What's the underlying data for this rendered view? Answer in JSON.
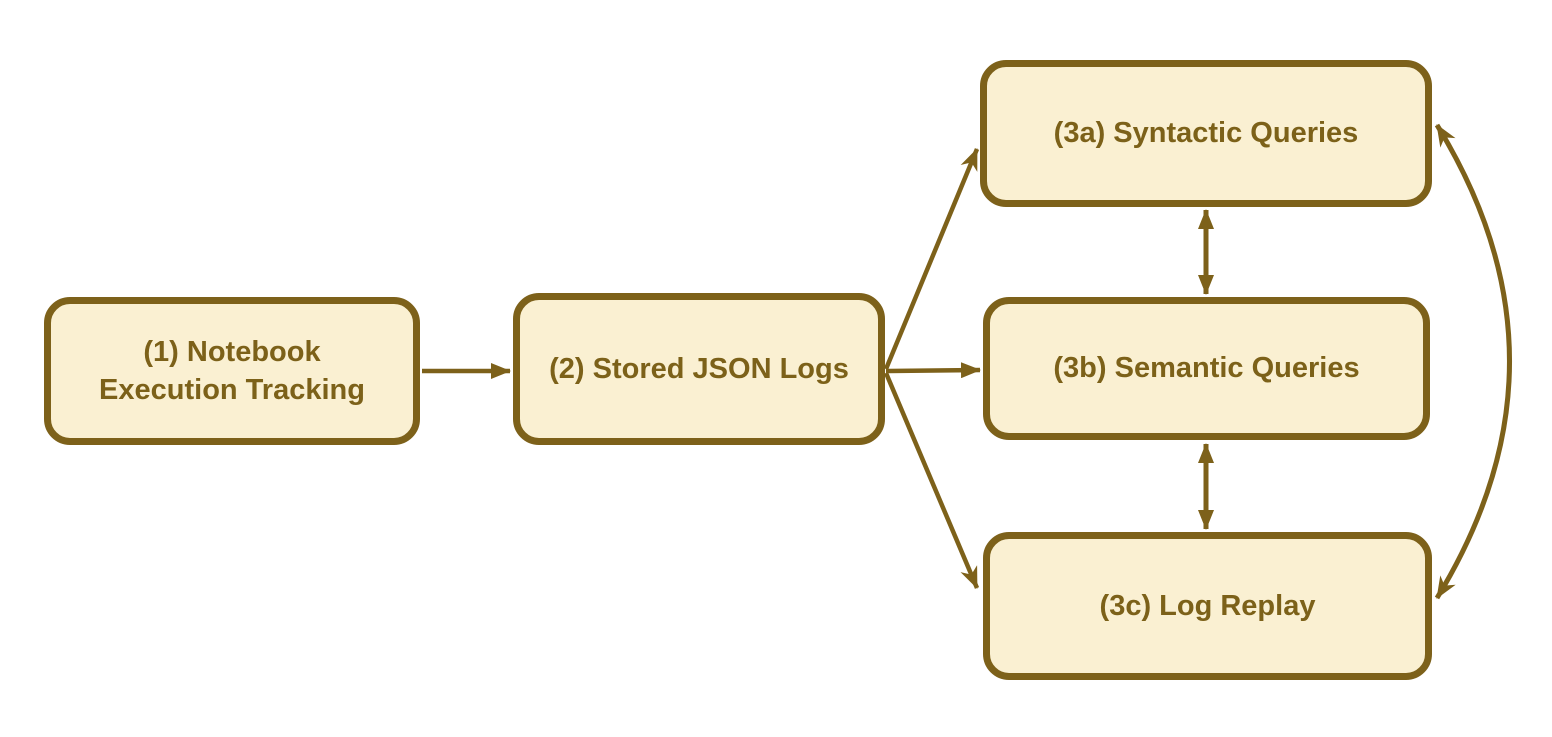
{
  "diagram": {
    "colors": {
      "background": "#ffffff",
      "node_fill": "#faf0d2",
      "node_border": "#7d611a",
      "arrow": "#7d611a",
      "text": "#7c6119"
    },
    "nodes": [
      {
        "id": "node-1",
        "label": "(1) Notebook Execution Tracking"
      },
      {
        "id": "node-2",
        "label": "(2) Stored JSON Logs"
      },
      {
        "id": "node-3a",
        "label": "(3a) Syntactic Queries"
      },
      {
        "id": "node-3b",
        "label": "(3b) Semantic Queries"
      },
      {
        "id": "node-3c",
        "label": "(3c) Log Replay"
      }
    ],
    "edges": [
      {
        "from": "node-1",
        "to": "node-2",
        "direction": "one-way",
        "style": "straight"
      },
      {
        "from": "node-2",
        "to": "node-3a",
        "direction": "one-way",
        "style": "straight"
      },
      {
        "from": "node-2",
        "to": "node-3b",
        "direction": "one-way",
        "style": "straight"
      },
      {
        "from": "node-2",
        "to": "node-3c",
        "direction": "one-way",
        "style": "straight"
      },
      {
        "from": "node-3a",
        "to": "node-3b",
        "direction": "two-way",
        "style": "straight"
      },
      {
        "from": "node-3b",
        "to": "node-3c",
        "direction": "two-way",
        "style": "straight"
      },
      {
        "from": "node-3a",
        "to": "node-3c",
        "direction": "two-way",
        "style": "curved"
      }
    ]
  }
}
